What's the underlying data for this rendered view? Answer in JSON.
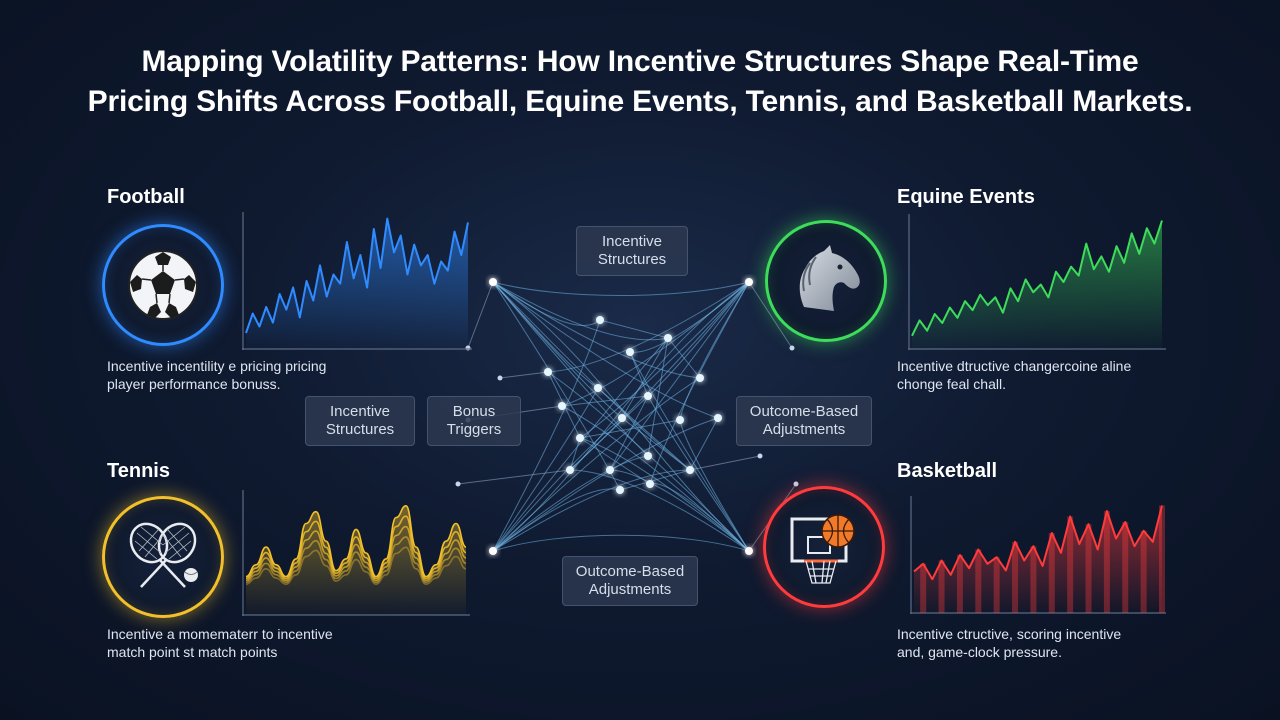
{
  "title": {
    "line1": "Mapping Volatility Patterns: How Incentive Structures Shape Real-Time",
    "line2": "Pricing Shifts Across Football, Equine Events, Tennis, and Basketball Markets."
  },
  "sections": {
    "football": {
      "label": "Football",
      "desc_line1": "Incentive incentility e pricing pricing",
      "desc_line2": "player performance bonuss.",
      "color": "#2f8bff"
    },
    "equine": {
      "label": "Equine Events",
      "desc_line1": "Incentive dtructive changercoine aline",
      "desc_line2": "chonge feal chall.",
      "color": "#3ddc5a"
    },
    "tennis": {
      "label": "Tennis",
      "desc_line1": "Incentive a momematerr to incentive",
      "desc_line2": "match point st match points",
      "color": "#f2c02a"
    },
    "basketball": {
      "label": "Basketball",
      "desc_line1": "Incentive ctructive, scoring incentive",
      "desc_line2": "and, game-clock pressure.",
      "color": "#ff3b3b"
    }
  },
  "network_tags": {
    "top": "Incentive\nStructures",
    "left": "Incentive\nStructures",
    "bonus": "Bonus\nTriggers",
    "right": "Outcome-Based\nAdjustments",
    "bottom": "Outcome-Based\nAdjustments"
  },
  "icons": {
    "football": "soccer-ball-icon",
    "equine": "horse-head-icon",
    "tennis": "tennis-rackets-icon",
    "basketball": "basketball-hoop-icon"
  },
  "chart_data": [
    {
      "type": "line",
      "name": "Football",
      "values": [
        10,
        25,
        15,
        30,
        18,
        40,
        28,
        45,
        22,
        50,
        35,
        62,
        38,
        55,
        48,
        80,
        52,
        70,
        45,
        90,
        60,
        98,
        72,
        85,
        55,
        78,
        62,
        70,
        48,
        65,
        58,
        88,
        70,
        95
      ],
      "ylim": [
        0,
        100
      ]
    },
    {
      "type": "line",
      "name": "Equine Events",
      "values": [
        8,
        20,
        12,
        25,
        18,
        30,
        22,
        35,
        28,
        40,
        32,
        38,
        26,
        45,
        35,
        52,
        42,
        48,
        38,
        58,
        50,
        62,
        55,
        80,
        60,
        70,
        58,
        78,
        65,
        88,
        72,
        92,
        80,
        98
      ],
      "ylim": [
        0,
        100
      ]
    },
    {
      "type": "area",
      "name": "Tennis",
      "values": [
        30,
        40,
        55,
        40,
        30,
        45,
        75,
        85,
        60,
        35,
        45,
        70,
        50,
        30,
        45,
        80,
        90,
        55,
        30,
        40,
        60,
        75,
        55
      ],
      "ylim": [
        0,
        100
      ]
    },
    {
      "type": "area",
      "name": "Basketball",
      "values": [
        35,
        42,
        28,
        45,
        32,
        50,
        38,
        55,
        42,
        48,
        36,
        62,
        45,
        58,
        40,
        70,
        52,
        85,
        60,
        78,
        55,
        90,
        65,
        80,
        58,
        72,
        62,
        95
      ],
      "ylim": [
        0,
        100
      ]
    }
  ]
}
